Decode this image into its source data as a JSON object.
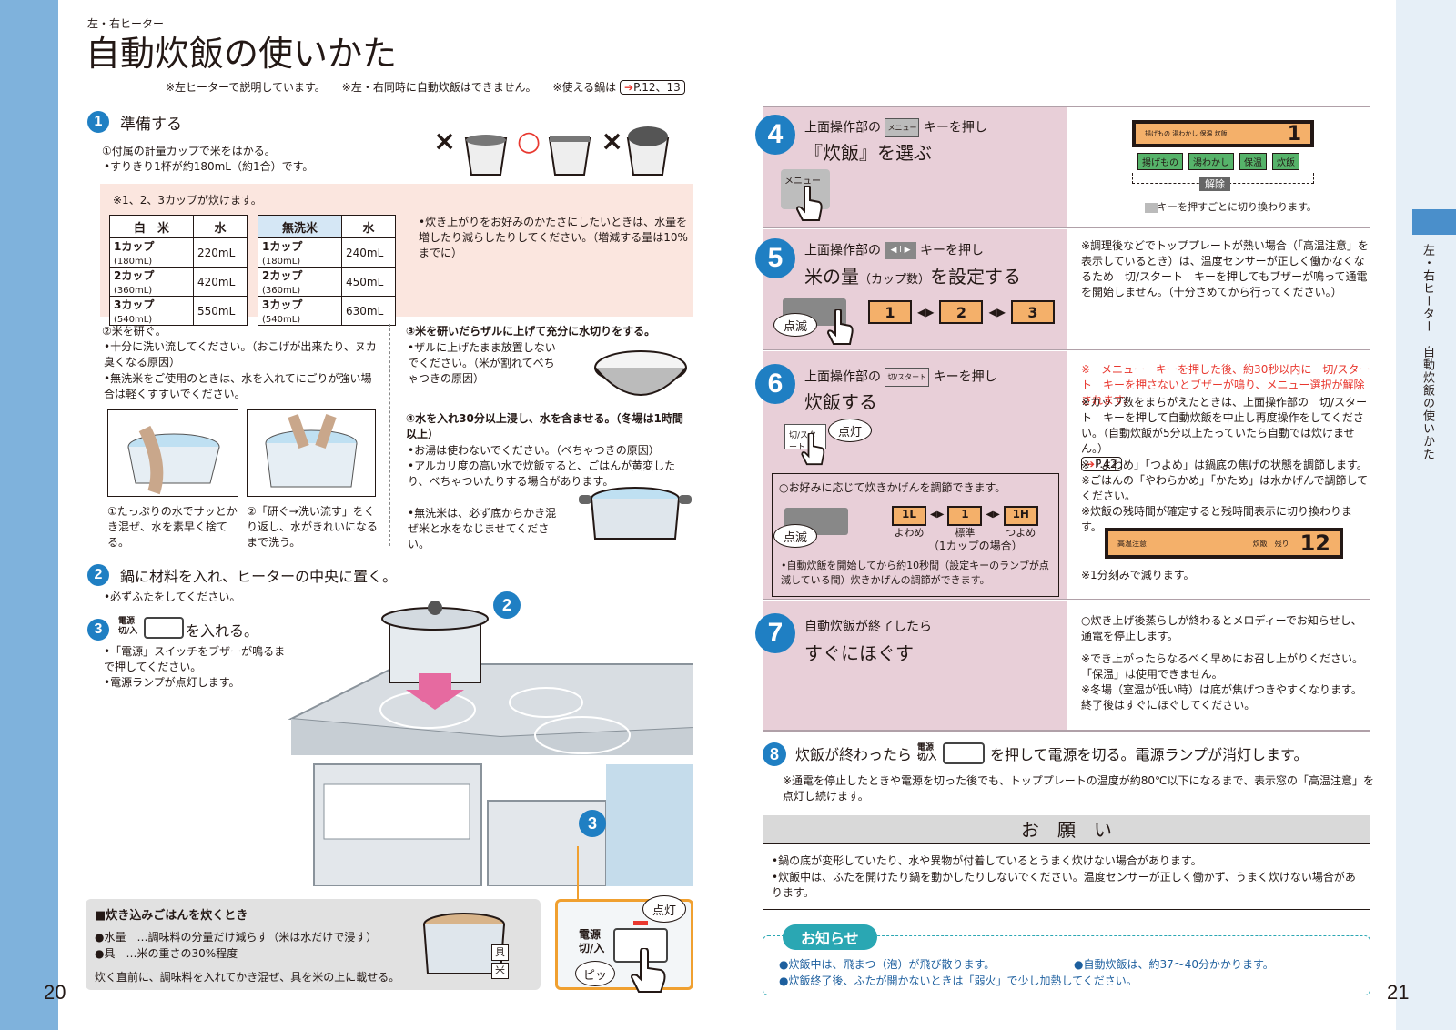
{
  "header": {
    "kicker": "左・右ヒーター",
    "title": "自動炊飯の使いかた",
    "note1": "※左ヒーターで説明しています。",
    "note2": "※左・右同時に自動炊飯はできません。",
    "note3": "※使える鍋は",
    "note3_link": "P.12、13"
  },
  "side_tab": "左・右ヒーター　自動炊飯の使いかた",
  "step1": {
    "num": "1",
    "title": "準備する",
    "sub1": "①付属の計量カップで米をはかる。",
    "sub1_b1": "•すりきり1杯が約180mL（約1合）です。",
    "marks": [
      "×",
      "○",
      "×"
    ],
    "cups_note": "※1、2、3カップが炊けます。",
    "table1": {
      "h1": "白　米",
      "h2": "水",
      "rows": [
        [
          "1カップ",
          "(180mL)",
          "220mL"
        ],
        [
          "2カップ",
          "(360mL)",
          "420mL"
        ],
        [
          "3カップ",
          "(540mL)",
          "550mL"
        ]
      ]
    },
    "table2": {
      "h1": "無洗米",
      "h2": "水",
      "rows": [
        [
          "1カップ",
          "(180mL)",
          "240mL"
        ],
        [
          "2カップ",
          "(360mL)",
          "450mL"
        ],
        [
          "3カップ",
          "(540mL)",
          "630mL"
        ]
      ]
    },
    "water_note": "•炊き上がりをお好みのかたさにしたいときは、水量を増したり減らしたりしてください。（増減する量は10%までに）",
    "sub2": "②米を研ぐ。",
    "sub2_b1": "•十分に洗い流してください。（おこげが出来たり、ヌカ臭くなる原因）",
    "sub2_b2": "•無洗米をご使用のときは、水を入れてにごりが強い場合は軽くすすいでください。",
    "cap1": "①たっぷりの水でサッとかき混ぜ、水を素早く捨てる。",
    "cap2": "②「研ぐ→洗い流す」をくり返し、水がきれいになるまで洗う。",
    "sub3": "③米を研いだらザルに上げて充分に水切りをする。",
    "sub3_b1": "•ザルに上げたまま放置しないでください。（米が割れてべちゃつきの原因）",
    "sub4": "④水を入れ30分以上浸し、水を含ませる。（冬場は1時間以上）",
    "sub4_b1": "•お湯は使わないでください。（べちゃつきの原因）",
    "sub4_b2": "•アルカリ度の高い水で炊飯すると、ごはんが黄変したり、べちゃついたりする場合があります。",
    "sub4_b3": "•無洗米は、必ず底からかき混ぜ米と水をなじませてください。"
  },
  "step2": {
    "num": "2",
    "title": "鍋に材料を入れ、ヒーターの中央に置く。",
    "b1": "•必ずふたをしてください。"
  },
  "step3": {
    "num": "3",
    "key": "電源 切/入",
    "title": "を入れる。",
    "b1": "•「電源」スイッチをブザーが鳴るまで押してください。",
    "b2": "•電源ランプが点灯します。"
  },
  "mixed": {
    "title": "■炊き込みごはんを炊くとき",
    "l1": "●水量　…調味料の分量だけ減らす（米は水だけで浸す）",
    "l2": "●具　…米の重さの30%程度",
    "l3": "炊く直前に、調味料を入れてかき混ぜ、具を米の上に載せる。",
    "gu": "具",
    "kome": "米"
  },
  "device": {
    "lamp": "点灯",
    "key": "電源\n切/入",
    "pi": "ピッ"
  },
  "step4": {
    "num": "4",
    "title_a": "上面操作部の",
    "key": "メニュー",
    "title_b": "キーを押し",
    "title_c": "『炊飯』を選ぶ",
    "lcd_text": "揚げもの 湯わかし 保温 炊飯",
    "lcd_num": "1",
    "menu": [
      "揚げもの",
      "湯わかし",
      "保温",
      "炊飯"
    ],
    "cancel": "解除",
    "note": "キーを押すごとに切り換わります。"
  },
  "step5": {
    "num": "5",
    "title_a": "上面操作部の",
    "title_b": "キーを押し",
    "title_c": "米の量",
    "title_d": "（カップ数）",
    "title_e": "を設定する",
    "blink": "点滅",
    "digits": [
      "1",
      "2",
      "3"
    ],
    "note": "※調理後などでトッププレートが熱い場合（「高温注意」を表示しているとき）は、温度センサーが正しく働かなくなるため　切/スタート　キーを押してもブザーが鳴って通電を開始しません。（十分さめてから行ってください。）"
  },
  "step6": {
    "num": "6",
    "title_a": "上面操作部の",
    "key": "切/スタート",
    "title_b": "キーを押し",
    "title_c": "炊飯する",
    "lit": "点灯",
    "box_title": "○お好みに応じて炊きかげんを調節できます。",
    "blink": "点滅",
    "levels": [
      "1L",
      "1",
      "1H"
    ],
    "level_labels": [
      "よわめ",
      "標準",
      "つよめ"
    ],
    "level_note": "（1カップの場合）",
    "box_note": "•自動炊飯を開始してから約10秒間（設定キーのランプが点滅している間）炊きかげんの調節ができます。",
    "red_note": "※　メニュー　キーを押した後、約30秒以内に　切/スタート　キーを押さないとブザーが鳴り、メニュー選択が解除されます。",
    "n2": "※カップ数をまちがえたときは、上面操作部の　切/スタート　キーを押して自動炊飯を中止し再度操作をしてください。（自動炊飯が5分以上たっていたら自動では炊けません。）",
    "n2_link": "P.42",
    "n3": "※「よわめ」「つよめ」は鍋底の焦げの状態を調節します。",
    "n4": "※ごはんの「やわらかめ」「かため」は水かげんで調節してください。",
    "n5": "※炊飯の残時間が確定すると残時間表示に切り換わります。",
    "lcd_left": "高温注意",
    "lcd_mid": "炊飯　残り",
    "lcd_num": "12",
    "n6": "※1分刻みで減ります。"
  },
  "step7": {
    "num": "7",
    "title_a": "自動炊飯が終了したら",
    "title_b": "すぐにほぐす",
    "n1": "○炊き上げ後蒸らしが終わるとメロディーでお知らせし、通電を停止します。",
    "n2": "※でき上がったらなるべく早めにお召し上がりください。「保温」は使用できません。",
    "n3": "※冬場（室温が低い時）は底が焦げつきやすくなります。終了後はすぐにほぐしてください。"
  },
  "step8": {
    "num": "8",
    "title_a": "炊飯が終わったら",
    "key": "電源 切/入",
    "title_b": "を押して電源を切る。電源ランプが消灯します。",
    "note": "※通電を停止したときや電源を切った後でも、トッププレートの温度が約80℃以下になるまで、表示窓の「高温注意」を点灯し続けます。"
  },
  "request": {
    "title": "お　願　い",
    "l1": "•鍋の底が変形していたり、水や異物が付着しているとうまく炊けない場合があります。",
    "l2": "•炊飯中は、ふたを開けたり鍋を動かしたりしないでください。温度センサーが正しく働かず、うまく炊けない場合があります。"
  },
  "info": {
    "title": "お知らせ",
    "l1": "●炊飯中は、飛まつ（泡）が飛び散ります。",
    "l2": "●自動炊飯は、約37〜40分かかります。",
    "l3": "●炊飯終了後、ふたが開かないときは「弱火」で少し加熱してください。"
  },
  "pages": {
    "left": "20",
    "right": "21"
  }
}
